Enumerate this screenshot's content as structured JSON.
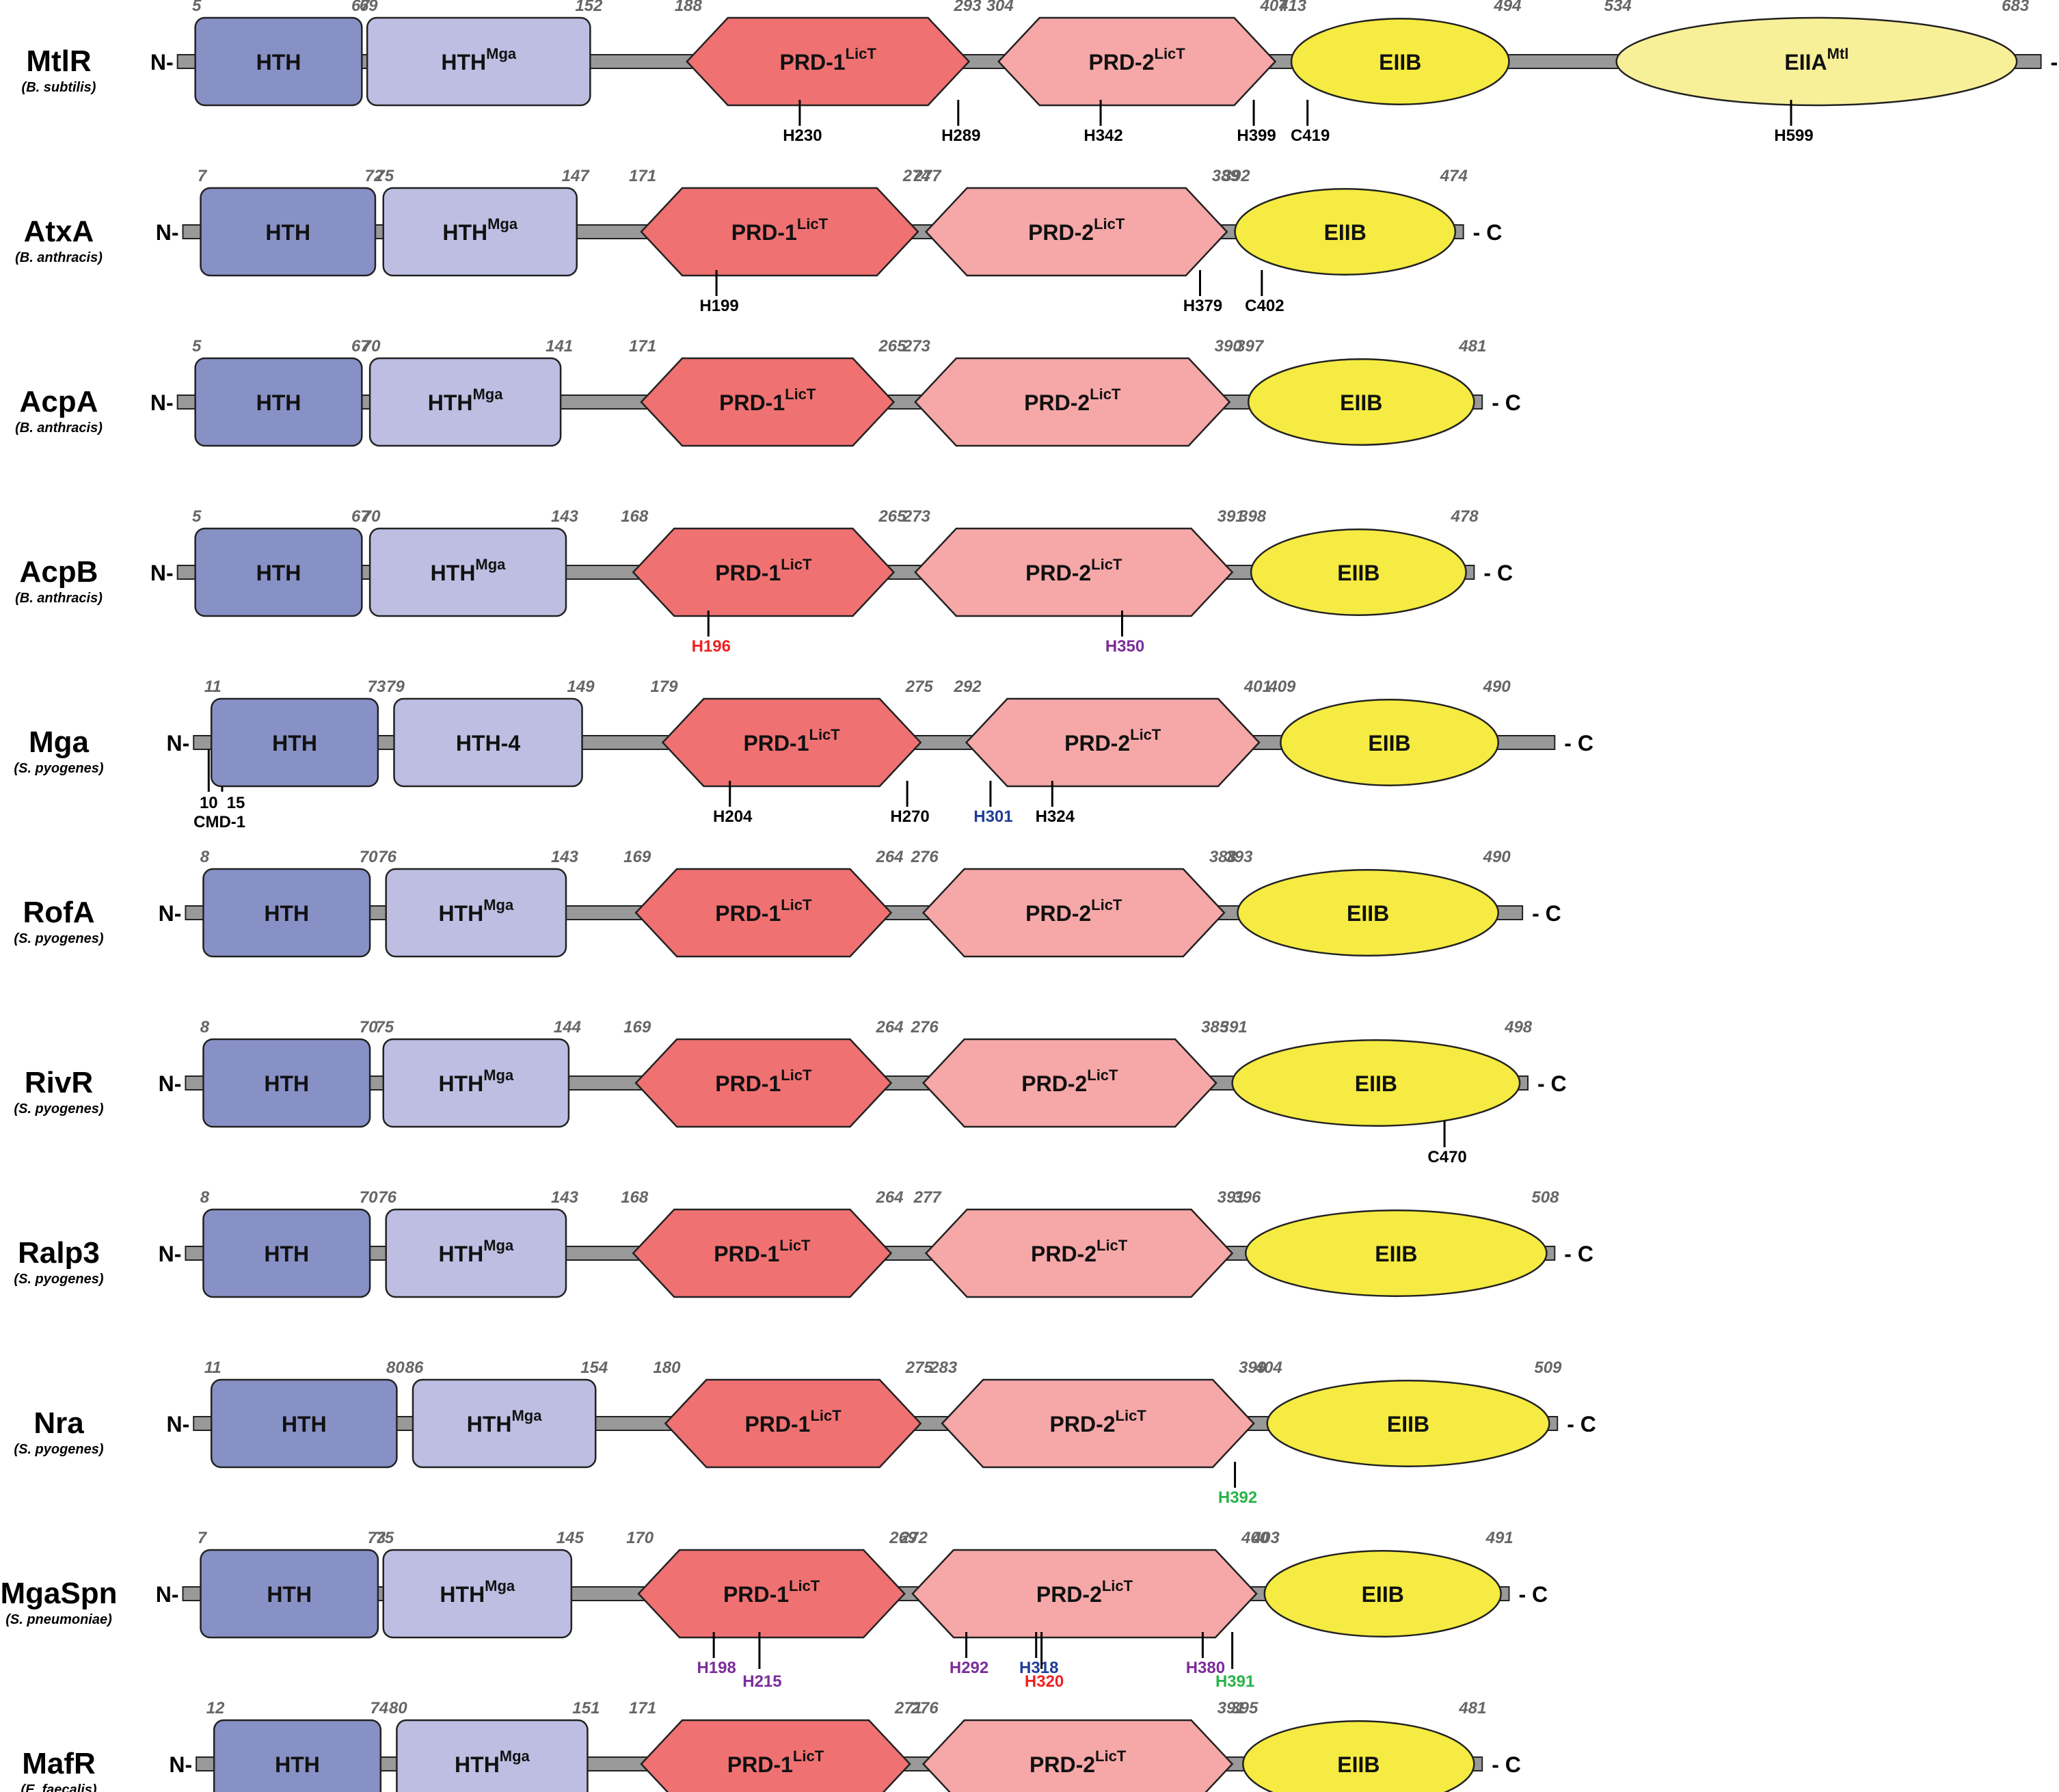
{
  "colors": {
    "hth": "#8891c6",
    "hth2": "#bdbee2",
    "prd1": "#f07172",
    "prd2": "#f6a7a7",
    "eiib": "#f5eb42",
    "eiia": "#f8f098",
    "backbone": "#999999",
    "black": "#000000",
    "red": "#ee2222",
    "purple": "#7b2d9b",
    "blue": "#1f3d99",
    "green": "#2ab34a"
  },
  "terminals": {
    "n": "N-",
    "c": "- C"
  },
  "proteins": [
    {
      "name": "MtlR",
      "organism": "(B. subtilis)",
      "c_gap": 8,
      "domains": [
        {
          "type": "hth",
          "label": "HTH",
          "sup": "",
          "start": 5,
          "end": 67
        },
        {
          "type": "hth2",
          "label": "HTH",
          "sup": "Mga",
          "start": 69,
          "end": 152
        },
        {
          "type": "prd1",
          "label": "PRD-1",
          "sup": "LicT",
          "start": 188,
          "end": 293
        },
        {
          "type": "prd2",
          "label": "PRD-2",
          "sup": "LicT",
          "start": 304,
          "end": 407
        },
        {
          "type": "eiib",
          "label": "EIIB",
          "sup": "",
          "start": 413,
          "end": 494
        },
        {
          "type": "eiia",
          "label": "EIIA",
          "sup": "Mtl",
          "start": 534,
          "end": 683
        }
      ],
      "sites": [
        {
          "label": "H230",
          "pos": 230,
          "color": "black"
        },
        {
          "label": "H289",
          "pos": 289,
          "color": "black"
        },
        {
          "label": "H342",
          "pos": 342,
          "color": "black"
        },
        {
          "label": "H399",
          "pos": 399,
          "color": "black"
        },
        {
          "label": "C419",
          "pos": 419,
          "color": "black"
        },
        {
          "label": "H599",
          "pos": 599,
          "color": "black"
        }
      ]
    },
    {
      "name": "AtxA",
      "organism": "(B. anthracis)",
      "c_gap": 2,
      "domains": [
        {
          "type": "hth",
          "label": "HTH",
          "sup": "",
          "start": 7,
          "end": 72
        },
        {
          "type": "hth2",
          "label": "HTH",
          "sup": "Mga",
          "start": 75,
          "end": 147
        },
        {
          "type": "prd1",
          "label": "PRD-1",
          "sup": "LicT",
          "start": 171,
          "end": 274
        },
        {
          "type": "prd2",
          "label": "PRD-2",
          "sup": "LicT",
          "start": 277,
          "end": 389
        },
        {
          "type": "eiib",
          "label": "EIIB",
          "sup": "",
          "start": 392,
          "end": 474
        }
      ],
      "sites": [
        {
          "label": "H199",
          "pos": 199,
          "color": "black"
        },
        {
          "label": "H379",
          "pos": 379,
          "color": "black"
        },
        {
          "label": "C402",
          "pos": 402,
          "color": "black"
        }
      ]
    },
    {
      "name": "AcpA",
      "organism": "(B. anthracis)",
      "c_gap": 2,
      "domains": [
        {
          "type": "hth",
          "label": "HTH",
          "sup": "",
          "start": 5,
          "end": 67
        },
        {
          "type": "hth2",
          "label": "HTH",
          "sup": "Mga",
          "start": 70,
          "end": 141
        },
        {
          "type": "prd1",
          "label": "PRD-1",
          "sup": "LicT",
          "start": 171,
          "end": 265
        },
        {
          "type": "prd2",
          "label": "PRD-2",
          "sup": "LicT",
          "start": 273,
          "end": 390
        },
        {
          "type": "eiib",
          "label": "EIIB",
          "sup": "",
          "start": 397,
          "end": 481
        }
      ],
      "sites": []
    },
    {
      "name": "AcpB",
      "organism": "(B. anthracis)",
      "c_gap": 2,
      "domains": [
        {
          "type": "hth",
          "label": "HTH",
          "sup": "",
          "start": 5,
          "end": 67
        },
        {
          "type": "hth2",
          "label": "HTH",
          "sup": "Mga",
          "start": 70,
          "end": 143
        },
        {
          "type": "prd1",
          "label": "PRD-1",
          "sup": "LicT",
          "start": 168,
          "end": 265
        },
        {
          "type": "prd2",
          "label": "PRD-2",
          "sup": "LicT",
          "start": 273,
          "end": 391
        },
        {
          "type": "eiib",
          "label": "EIIB",
          "sup": "",
          "start": 398,
          "end": 478
        }
      ],
      "sites": [
        {
          "label": "H196",
          "pos": 196,
          "color": "red"
        },
        {
          "label": "H350",
          "pos": 350,
          "color": "purple"
        }
      ]
    },
    {
      "name": "Mga",
      "organism": "(S. pyogenes)",
      "c_gap": 20,
      "domains": [
        {
          "type": "hth",
          "label": "HTH",
          "sup": "",
          "start": 11,
          "end": 73
        },
        {
          "type": "hth2",
          "label": "HTH-4",
          "sup": "",
          "start": 79,
          "end": 149
        },
        {
          "type": "prd1",
          "label": "PRD-1",
          "sup": "LicT",
          "start": 179,
          "end": 275
        },
        {
          "type": "prd2",
          "label": "PRD-2",
          "sup": "LicT",
          "start": 292,
          "end": 401
        },
        {
          "type": "eiib",
          "label": "EIIB",
          "sup": "",
          "start": 409,
          "end": 490
        }
      ],
      "sites": [
        {
          "label": "H204",
          "pos": 204,
          "color": "black"
        },
        {
          "label": "H270",
          "pos": 270,
          "color": "black"
        },
        {
          "label": "H301",
          "pos": 301,
          "color": "blue"
        },
        {
          "label": "H324",
          "pos": 324,
          "color": "black"
        }
      ],
      "cmd": {
        "left": "10",
        "right": "15",
        "label": "CMD-1",
        "from": 10,
        "to": 15
      }
    },
    {
      "name": "RofA",
      "organism": "(S. pyogenes)",
      "c_gap": 8,
      "domains": [
        {
          "type": "hth",
          "label": "HTH",
          "sup": "",
          "start": 8,
          "end": 70
        },
        {
          "type": "hth2",
          "label": "HTH",
          "sup": "Mga",
          "start": 76,
          "end": 143
        },
        {
          "type": "prd1",
          "label": "PRD-1",
          "sup": "LicT",
          "start": 169,
          "end": 264
        },
        {
          "type": "prd2",
          "label": "PRD-2",
          "sup": "LicT",
          "start": 276,
          "end": 388
        },
        {
          "type": "eiib",
          "label": "EIIB",
          "sup": "",
          "start": 393,
          "end": 490
        }
      ],
      "sites": []
    },
    {
      "name": "RivR",
      "organism": "(S. pyogenes)",
      "c_gap": 2,
      "domains": [
        {
          "type": "hth",
          "label": "HTH",
          "sup": "",
          "start": 8,
          "end": 70
        },
        {
          "type": "hth2",
          "label": "HTH",
          "sup": "Mga",
          "start": 75,
          "end": 144
        },
        {
          "type": "prd1",
          "label": "PRD-1",
          "sup": "LicT",
          "start": 169,
          "end": 264
        },
        {
          "type": "prd2",
          "label": "PRD-2",
          "sup": "LicT",
          "start": 276,
          "end": 385
        },
        {
          "type": "eiib",
          "label": "EIIB",
          "sup": "",
          "start": 391,
          "end": 498
        }
      ],
      "sites": [
        {
          "label": "C470",
          "pos": 470,
          "color": "black"
        }
      ]
    },
    {
      "name": "Ralp3",
      "organism": "(S. pyogenes)",
      "c_gap": 2,
      "domains": [
        {
          "type": "hth",
          "label": "HTH",
          "sup": "",
          "start": 8,
          "end": 70
        },
        {
          "type": "hth2",
          "label": "HTH",
          "sup": "Mga",
          "start": 76,
          "end": 143
        },
        {
          "type": "prd1",
          "label": "PRD-1",
          "sup": "LicT",
          "start": 168,
          "end": 264
        },
        {
          "type": "prd2",
          "label": "PRD-2",
          "sup": "LicT",
          "start": 277,
          "end": 391
        },
        {
          "type": "eiib",
          "label": "EIIB",
          "sup": "",
          "start": 396,
          "end": 508
        }
      ],
      "sites": []
    },
    {
      "name": "Nra",
      "organism": "(S. pyogenes)",
      "c_gap": 2,
      "domains": [
        {
          "type": "hth",
          "label": "HTH",
          "sup": "",
          "start": 11,
          "end": 80
        },
        {
          "type": "hth2",
          "label": "HTH",
          "sup": "Mga",
          "start": 86,
          "end": 154
        },
        {
          "type": "prd1",
          "label": "PRD-1",
          "sup": "LicT",
          "start": 180,
          "end": 275
        },
        {
          "type": "prd2",
          "label": "PRD-2",
          "sup": "LicT",
          "start": 283,
          "end": 399
        },
        {
          "type": "eiib",
          "label": "EIIB",
          "sup": "",
          "start": 404,
          "end": 509
        }
      ],
      "sites": [
        {
          "label": "H392",
          "pos": 392,
          "color": "green"
        }
      ]
    },
    {
      "name": "MgaSpn",
      "organism": "(S. pneumoniae)",
      "c_gap": 2,
      "domains": [
        {
          "type": "hth",
          "label": "HTH",
          "sup": "",
          "start": 7,
          "end": 73
        },
        {
          "type": "hth2",
          "label": "HTH",
          "sup": "Mga",
          "start": 75,
          "end": 145
        },
        {
          "type": "prd1",
          "label": "PRD-1",
          "sup": "LicT",
          "start": 170,
          "end": 269
        },
        {
          "type": "prd2",
          "label": "PRD-2",
          "sup": "LicT",
          "start": 272,
          "end": 400
        },
        {
          "type": "eiib",
          "label": "EIIB",
          "sup": "",
          "start": 403,
          "end": 491
        }
      ],
      "sites": [
        {
          "label": "H198",
          "pos": 198,
          "color": "purple"
        },
        {
          "label": "H215",
          "pos": 215,
          "color": "purple"
        },
        {
          "label": "H292",
          "pos": 292,
          "color": "purple"
        },
        {
          "label": "H318",
          "pos": 318,
          "color": "blue"
        },
        {
          "label": "H320",
          "pos": 320,
          "color": "red"
        },
        {
          "label": "H380",
          "pos": 380,
          "color": "purple"
        },
        {
          "label": "H391",
          "pos": 391,
          "color": "green"
        }
      ]
    },
    {
      "name": "MafR",
      "organism": "(E. faecalis)",
      "c_gap": 2,
      "domains": [
        {
          "type": "hth",
          "label": "HTH",
          "sup": "",
          "start": 12,
          "end": 74
        },
        {
          "type": "hth2",
          "label": "HTH",
          "sup": "Mga",
          "start": 80,
          "end": 151
        },
        {
          "type": "prd1",
          "label": "PRD-1",
          "sup": "LicT",
          "start": 171,
          "end": 271
        },
        {
          "type": "prd2",
          "label": "PRD-2",
          "sup": "LicT",
          "start": 276,
          "end": 391
        },
        {
          "type": "eiib",
          "label": "EIIB",
          "sup": "",
          "start": 395,
          "end": 481
        }
      ],
      "sites": []
    }
  ]
}
